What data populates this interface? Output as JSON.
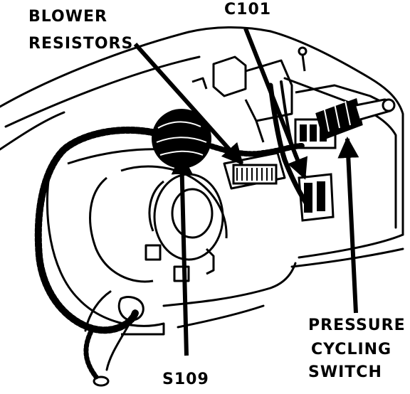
{
  "labels": {
    "blower_resistors_line1": "BLOWER",
    "blower_resistors_line2": "RESISTORS",
    "c101": "C101",
    "pressure_line1": "PRESSURE",
    "pressure_line2": "CYCLING",
    "pressure_line3": "SWITCH",
    "s109": "S109"
  },
  "colors": {
    "ink": "#000000",
    "paper": "#ffffff"
  }
}
